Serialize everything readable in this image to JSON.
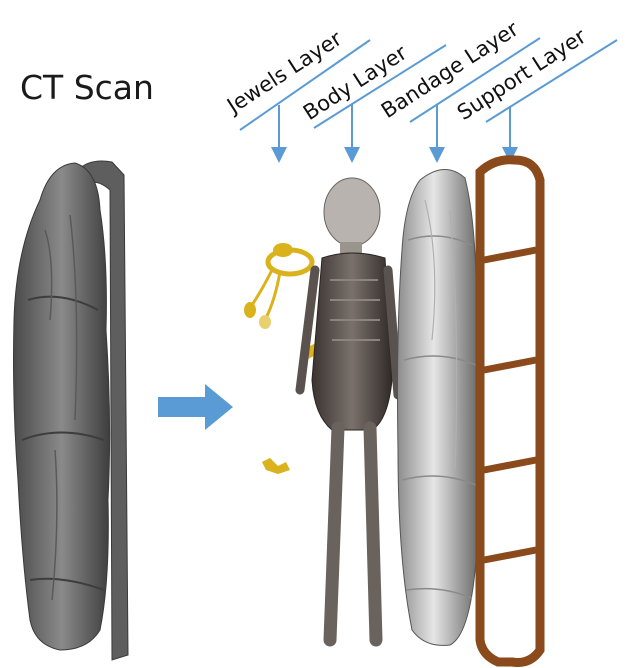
{
  "title": "CT Scan",
  "layers": [
    {
      "id": "jewels",
      "label": "Jewels Layer"
    },
    {
      "id": "body",
      "label": "Body Layer"
    },
    {
      "id": "bandage",
      "label": "Bandage Layer"
    },
    {
      "id": "support",
      "label": "Support Layer"
    }
  ],
  "colors": {
    "arrow": "#5b9bd5",
    "support_wood": "#8a4a1c",
    "jewel_gold": "#d9b21c",
    "scan_gray": "#6e6e6e"
  }
}
